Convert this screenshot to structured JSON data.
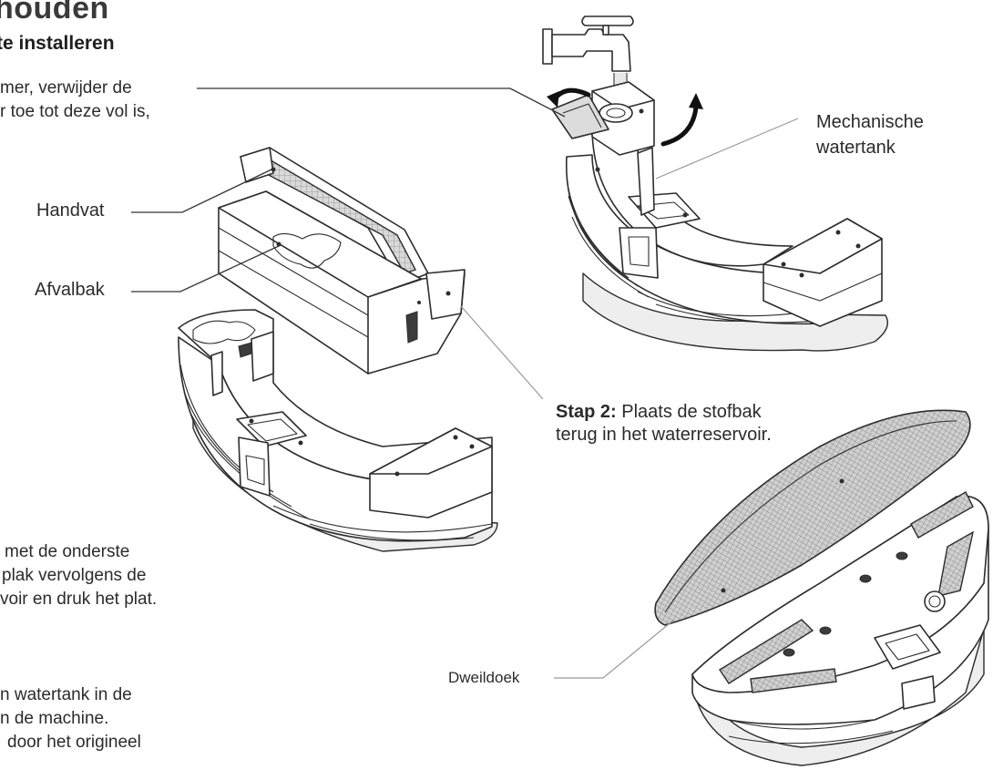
{
  "header": {
    "title": "houden",
    "subtitle": "te installeren"
  },
  "instructions": {
    "step1_line1": "mer, verwijder de",
    "step1_line2": "r toe tot deze vol is,",
    "step3_line1": "met de onderste",
    "step3_line2": "plak vervolgens de",
    "step3_line3": "voir en druk het plat.",
    "step4_line1": "n watertank in de",
    "step4_line2": "n de machine.",
    "step4_line3": "door het origineel"
  },
  "labels": {
    "handvat": "Handvat",
    "afvalbak": "Afvalbak",
    "watertank_line1": "Mechanische",
    "watertank_line2": "watertank",
    "dweildoek": "Dweildoek"
  },
  "step2": {
    "prefix": "Stap 2:",
    "line1": " Plaats de stofbak",
    "line2": "terug in het waterreservoir."
  },
  "icons": [
    "faucet-icon",
    "rotate-arrow-icon"
  ]
}
